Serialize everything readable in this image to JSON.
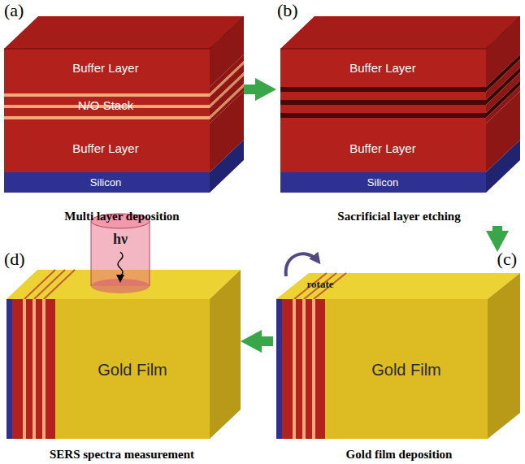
{
  "diagram": {
    "nodes": [
      {
        "text": [
          "(a)",
          "Multi layer deposition"
        ]
      },
      {
        "text": [
          "(b)",
          "Sacrificial layer etching"
        ]
      },
      {
        "text": [
          "(c)",
          "Gold film deposition"
        ]
      },
      {
        "text": [
          "(d)",
          "SERS spectra measurement"
        ]
      }
    ],
    "edges": [
      {
        "from": 0,
        "to": 1,
        "arrow": "to"
      },
      {
        "from": 1,
        "to": 2,
        "arrow": "to"
      },
      {
        "from": 2,
        "to": 3,
        "arrow": "to"
      }
    ],
    "labels": [
      "Buffer Layer",
      "N/O Stack",
      "Buffer Layer",
      "Silicon",
      "Buffer Layer",
      "Buffer Layer",
      "Silicon",
      "rotate",
      "Gold Film",
      "hν",
      "Gold Film"
    ]
  }
}
